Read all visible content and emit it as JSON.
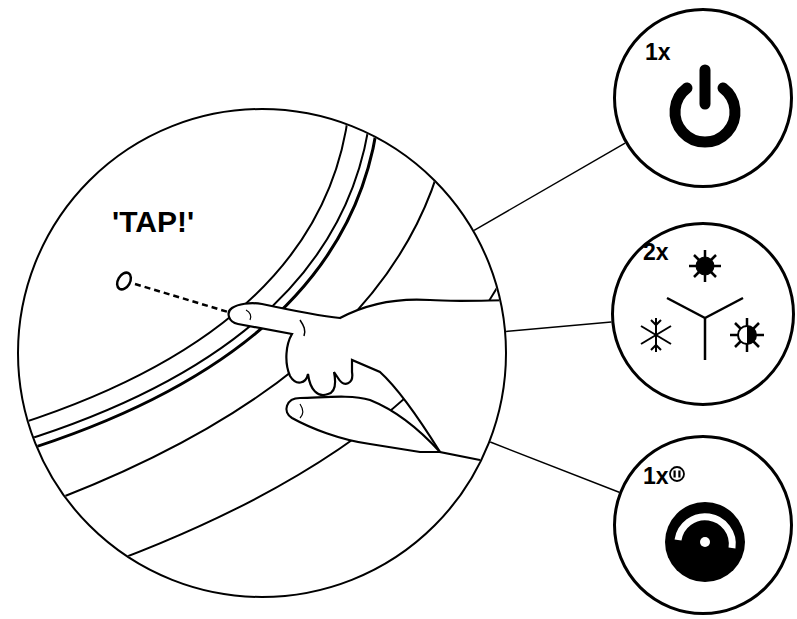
{
  "diagram": {
    "nodes": [
      {
        "text": [
          "'TAP!'"
        ]
      },
      {
        "text": [
          "1x"
        ]
      },
      {
        "text": [
          "2x"
        ]
      },
      {
        "text": [
          "1x"
        ]
      }
    ],
    "edges": [
      {
        "from": 0,
        "to": 1,
        "arrow": "none"
      },
      {
        "from": 0,
        "to": 2,
        "arrow": "none"
      },
      {
        "from": 0,
        "to": 3,
        "arrow": "none"
      }
    ]
  }
}
